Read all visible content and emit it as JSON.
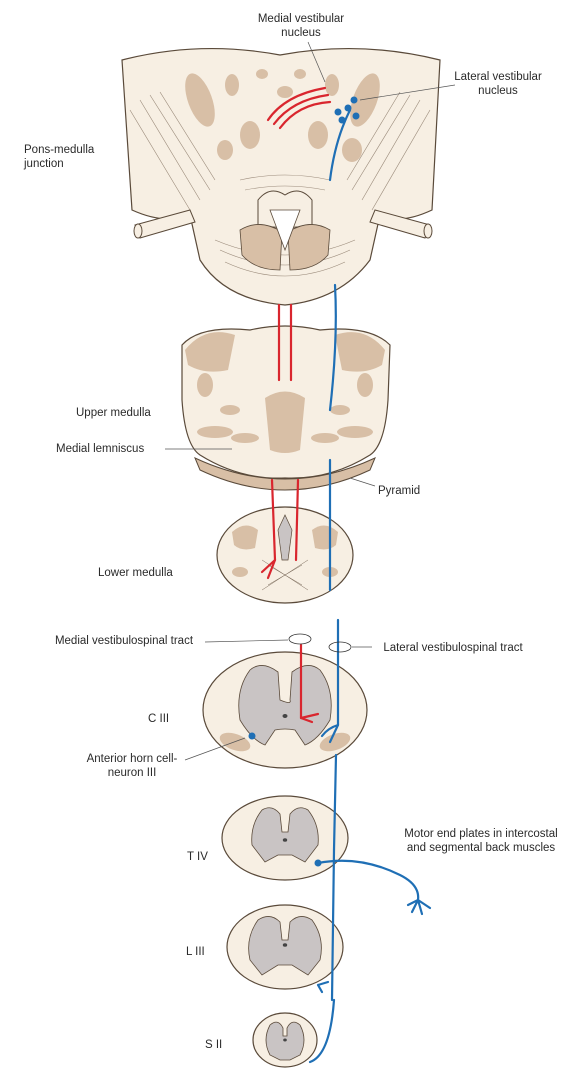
{
  "labels": {
    "medial_vestibular_nucleus": "Medial vestibular nucleus",
    "lateral_vestibular_nucleus": "Lateral vestibular nucleus",
    "pons_medulla_junction": "Pons-medulla junction",
    "upper_medulla": "Upper medulla",
    "medial_lemniscus": "Medial lemniscus",
    "pyramid": "Pyramid",
    "lower_medulla": "Lower medulla",
    "medial_vestibulospinal_tract": "Medial vestibulospinal tract",
    "lateral_vestibulospinal_tract": "Lateral vestibulospinal tract",
    "c3": "C III",
    "anterior_horn_cell": "Anterior horn cell-neuron III",
    "t4": "T IV",
    "motor_end_plates": "Motor end plates in intercostal and segmental back muscles",
    "l3": "L III",
    "s2": "S II"
  },
  "colors": {
    "medial_tract": "#d9262e",
    "lateral_tract": "#1f6fb5",
    "tissue_light": "#f7efe3",
    "tissue_tan": "#d8bfa6",
    "gray_matter": "#c9c4c4",
    "outline": "#5a4a3a"
  }
}
